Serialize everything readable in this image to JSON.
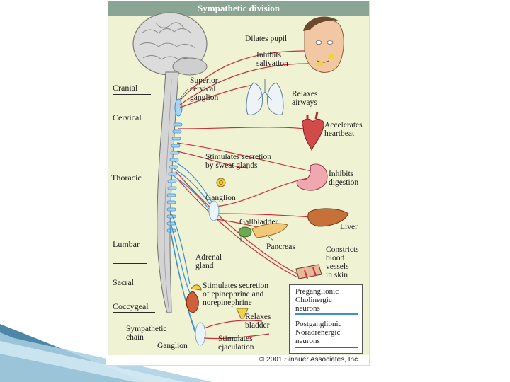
{
  "title": "Sympathetic division",
  "regions": [
    "Cranial",
    "Cervical",
    "Thoracic",
    "Lumbar",
    "Sacral",
    "Coccygeal"
  ],
  "labels": {
    "superior_cervical_ganglion": [
      "Superior",
      "cervical",
      "ganglion"
    ],
    "dilates_pupil": [
      "Dilates pupil"
    ],
    "inhibits_salivation": [
      "Inhibits",
      "salivation"
    ],
    "relaxes_airways": [
      "Relaxes",
      "airways"
    ],
    "accelerates_heartbeat": [
      "Accelerates",
      "heartbeat"
    ],
    "stimulates_sweat": [
      "Stimulates secretion",
      "by sweat glands"
    ],
    "inhibits_digestion": [
      "Inhibits",
      "digestion"
    ],
    "ganglion_upper": [
      "Ganglion"
    ],
    "gallbladder": [
      "Gallbladder"
    ],
    "liver": [
      "Liver"
    ],
    "pancreas": [
      "Pancreas"
    ],
    "constricts_vessels": [
      "Constricts",
      "blood",
      "vessels",
      "in skin"
    ],
    "adrenal_gland": [
      "Adrenal",
      "gland"
    ],
    "stimulates_epinephrine": [
      "Stimulates secretion",
      "of epinephrine and",
      "norepinephrine"
    ],
    "relaxes_bladder": [
      "Relaxes",
      "bladder"
    ],
    "stimulates_ejaculation": [
      "Stimulates",
      "ejaculation"
    ],
    "sympathetic_chain": [
      "Sympathetic",
      "chain"
    ],
    "ganglion_lower": [
      "Ganglion"
    ]
  },
  "legend": {
    "preganglionic": [
      "Preganglionic",
      "Cholinergic",
      "neurons"
    ],
    "postganglionic": [
      "Postganglionic",
      "Noradrenergic",
      "neurons"
    ],
    "pre_color": "#3d8fd1",
    "post_color": "#c8303a"
  },
  "copyright": "© 2001 Sinauer Associates, Inc."
}
